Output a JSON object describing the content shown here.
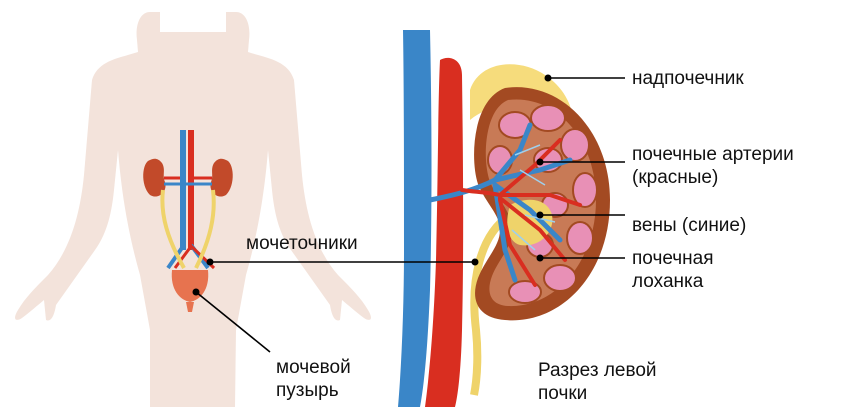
{
  "labels": {
    "adrenal": "надпочечник",
    "renal_arteries_1": "почечные артерии",
    "renal_arteries_2": "(красные)",
    "veins": "вены (синие)",
    "pelvis_1": "почечная",
    "pelvis_2": "лоханка",
    "ureters": "мочеточники",
    "bladder_1": "мочевой",
    "bladder_2": "пузырь",
    "section_1": "Разрез левой",
    "section_2": "почки"
  },
  "colors": {
    "body_silhouette": "#f3e3db",
    "artery": "#d92e20",
    "vein": "#3a86c8",
    "kidney_outer": "#a34a22",
    "kidney_medulla": "#e890b6",
    "adrenal_fat": "#f6dc7c",
    "ureter": "#efd36a",
    "bladder": "#e7734f",
    "leader_line": "#000000"
  }
}
